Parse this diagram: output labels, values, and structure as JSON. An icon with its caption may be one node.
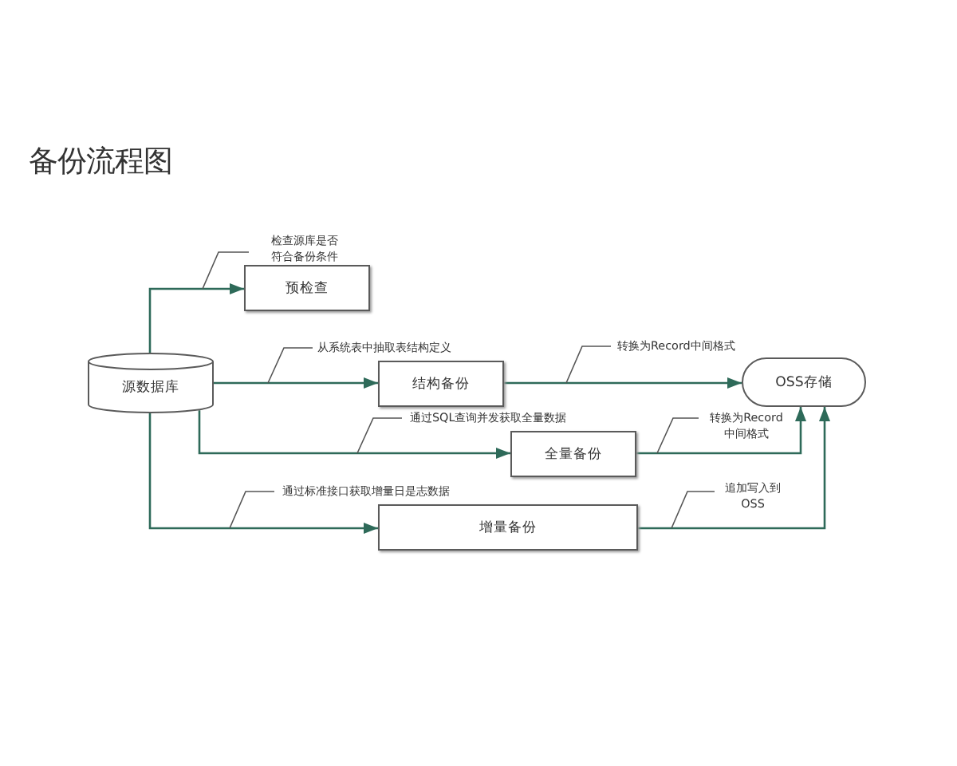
{
  "diagram": {
    "title": "备份流程图",
    "nodes": [
      {
        "text": [
          "源数据库"
        ]
      },
      {
        "text": [
          "预检查"
        ]
      },
      {
        "text": [
          "结构备份"
        ]
      },
      {
        "text": [
          "全量备份"
        ]
      },
      {
        "text": [
          "增量备份"
        ]
      },
      {
        "text": [
          "OSS存储"
        ]
      }
    ],
    "edges": [
      {
        "from": 0,
        "to": 1,
        "arrow": "to",
        "label": "检查源库是否符合备份条件"
      },
      {
        "from": 0,
        "to": 2,
        "arrow": "to",
        "label": "从系统表中抽取表结构定义"
      },
      {
        "from": 2,
        "to": 5,
        "arrow": "to",
        "label": "转换为Record中间格式"
      },
      {
        "from": 0,
        "to": 3,
        "arrow": "to",
        "label": "通过SQL查询并发获取全量数据"
      },
      {
        "from": 3,
        "to": 5,
        "arrow": "to",
        "label": "转换为Record中间格式"
      },
      {
        "from": 0,
        "to": 4,
        "arrow": "to",
        "label": "通过标准接口获取增量日是志数据"
      },
      {
        "from": 4,
        "to": 5,
        "arrow": "to",
        "label": "追加写入到OSS"
      }
    ]
  }
}
